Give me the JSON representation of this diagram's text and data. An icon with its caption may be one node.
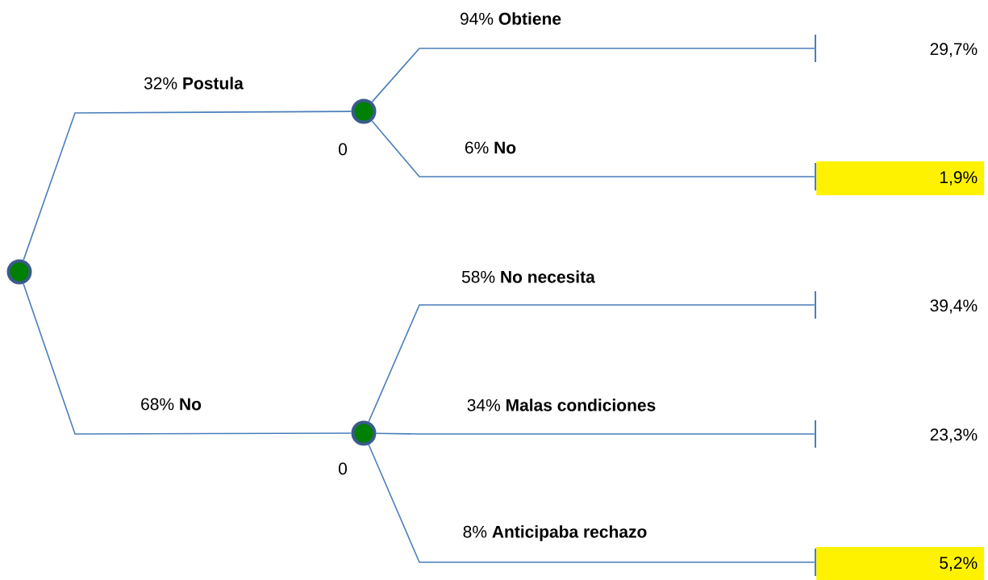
{
  "diagram": {
    "nodes": [
      {
        "text": [],
        "shape": "circle"
      },
      {
        "text": [],
        "shape": "circle",
        "beside": [
          "0"
        ]
      },
      {
        "text": [],
        "shape": "circle",
        "beside": [
          "0"
        ]
      },
      {
        "text": [],
        "shape": "bar"
      },
      {
        "text": [],
        "shape": "bar"
      },
      {
        "text": [],
        "shape": "bar"
      },
      {
        "text": [],
        "shape": "bar"
      },
      {
        "text": [],
        "shape": "bar"
      }
    ],
    "labels": [
      "29,7%",
      "1,9%",
      "39,4%",
      "23,3%",
      "5,2%"
    ],
    "edges": [
      {
        "from": 0,
        "to": 1,
        "arrow": "none",
        "label": "32% **Postula**"
      },
      {
        "from": 0,
        "to": 2,
        "arrow": "none",
        "label": "68% **No**"
      },
      {
        "from": 1,
        "to": 3,
        "arrow": "none",
        "label": "94% **Obtiene**"
      },
      {
        "from": 1,
        "to": 4,
        "arrow": "none",
        "label": "6% **No**"
      },
      {
        "from": 2,
        "to": 5,
        "arrow": "none",
        "label": "58% **No necesita**"
      },
      {
        "from": 2,
        "to": 6,
        "arrow": "none",
        "label": "34% **Malas condiciones**"
      },
      {
        "from": 2,
        "to": 7,
        "arrow": "none",
        "label": "8% **Anticipaba rechazo**"
      }
    ]
  }
}
